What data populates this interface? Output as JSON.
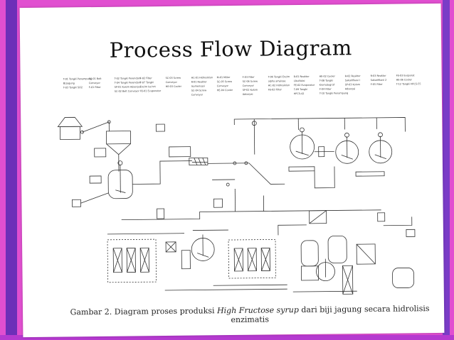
{
  "title": "Process Flow Diagram",
  "legend_columns": [
    [
      "T-01 Tangki Penampung",
      "BJ Jagung",
      "T-03 Tangki SO2"
    ],
    [
      "SC-01 Belt",
      "Conveyor",
      "F-01 Filter"
    ],
    [
      "T-02 Tangki Perendam",
      "T-04 Tangki Perendam",
      "SP-01 Kolom Adsorpsi",
      "SC-02 Belt Conveyor"
    ],
    [
      "F-02 Filter",
      "T-07 Tangki",
      "Enzim Iso'nrt",
      "FE-01 Evaporator"
    ],
    [
      "SC-03 Screw",
      "Conveyor",
      "HE-03 Cooler"
    ],
    [
      "HC-01 Hidrosiklon",
      "R-01 Reaktor",
      "Isomerisasi",
      "SC-04 Screw",
      "Conveyor"
    ],
    [
      "M-01 Miller",
      "SC-05 Screw",
      "Conveyor",
      "HE-04 Cooler"
    ],
    [
      "F-03 Filter",
      "SC-06 Screw",
      "Conveyor",
      "SP-02 Kolom",
      "Adsorpsi"
    ],
    [
      "T-06 Tangki Enzim",
      "alpha amylase",
      "HC-02 Hidrosiklon",
      "FE-02 Filter"
    ],
    [
      "R-01 Reaktor",
      "Likuifaksi",
      "FE-02 Evaporator",
      "T-09 Tangki",
      "HFCS-42"
    ],
    [
      "HE-02 Cooler",
      "T-08 Tangki",
      "Kromatograf",
      "F-04 Filter",
      "T-10 Tangki Penampung"
    ],
    [
      "R-02 Reaktor",
      "Sakarifikasi I",
      "SP-03 Kolom",
      "Adsorpsi"
    ],
    [
      "R-03 Reaktor",
      "Sakarifikasi 2",
      "F-05 Filter"
    ],
    [
      "FE-03 Evaporat",
      "HE-06 Cooler",
      "T-12 Tangki HFCS-55"
    ]
  ],
  "caption": {
    "before": "Gambar 2. Diagram proses produksi ",
    "italic": "High Fructose syrup",
    "after": " dari biji jagung secara hidrolisis",
    "line2": "enzimatis"
  },
  "colors": {
    "border": "#e14fd0",
    "accent": "#7b3cc4",
    "line": "#333333"
  }
}
